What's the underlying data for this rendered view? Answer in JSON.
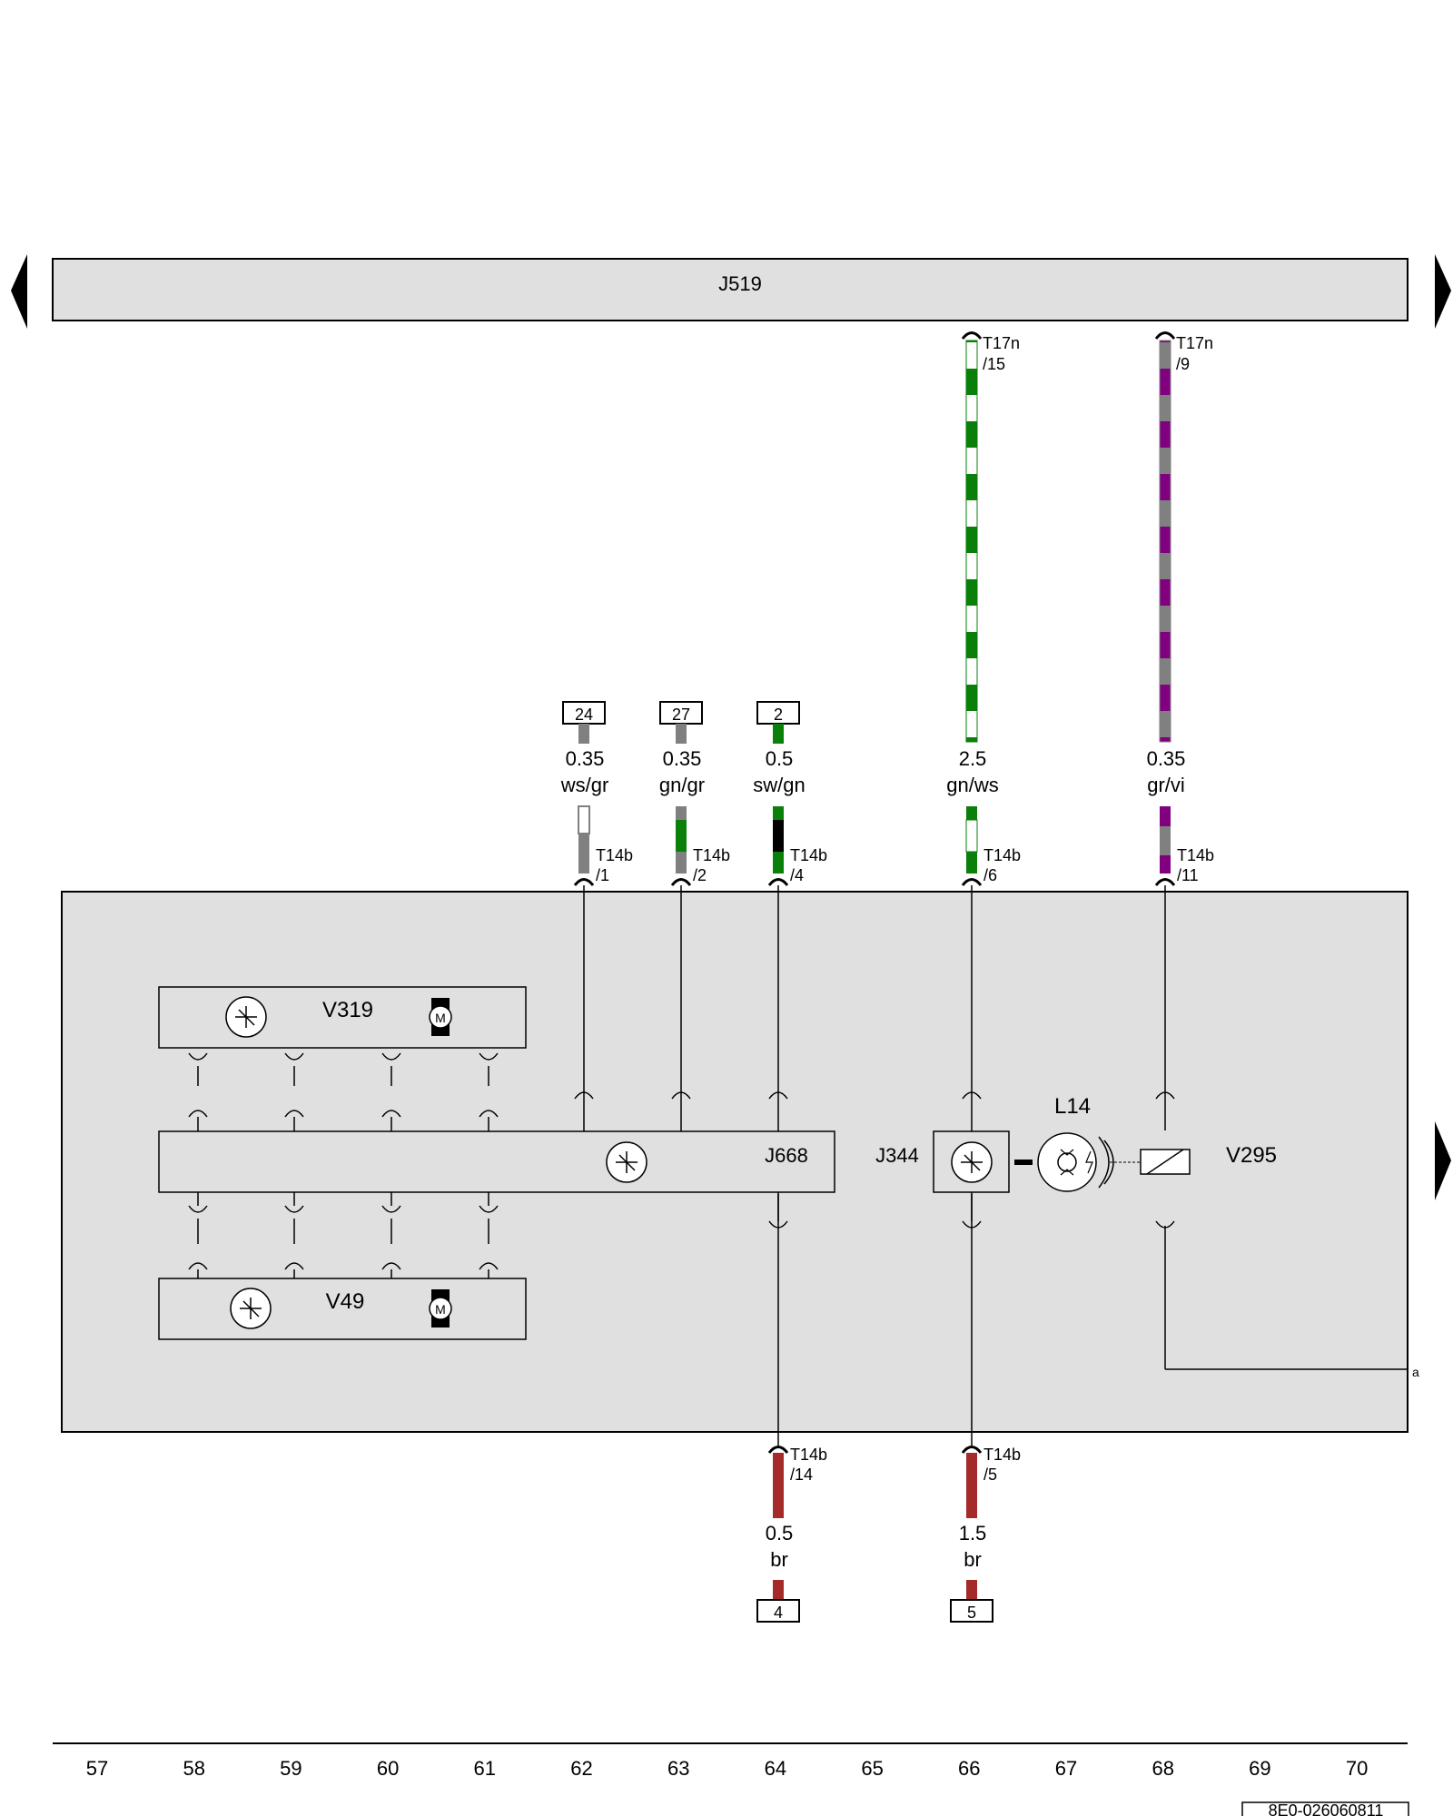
{
  "header_bus": {
    "label": "J519"
  },
  "modules": {
    "v319": {
      "label": "V319"
    },
    "j668": {
      "label": "J668"
    },
    "v49": {
      "label": "V49"
    },
    "j344": {
      "label": "J344"
    },
    "l14": {
      "label": "L14"
    },
    "v295": {
      "label": "V295"
    }
  },
  "top_connectors": [
    {
      "label": "T17n",
      "pin": "/15"
    },
    {
      "label": "T17n",
      "pin": "/9"
    }
  ],
  "wire_refs": [
    "24",
    "27",
    "2",
    "4",
    "5"
  ],
  "wires": [
    {
      "size": "0.35",
      "color": "ws/gr",
      "connector": "T14b",
      "pin": "/1",
      "colors": [
        "#ffffff",
        "#808080"
      ]
    },
    {
      "size": "0.35",
      "color": "gn/gr",
      "connector": "T14b",
      "pin": "/2",
      "colors": [
        "#008000",
        "#808080"
      ]
    },
    {
      "size": "0.5",
      "color": "sw/gn",
      "connector": "T14b",
      "pin": "/4",
      "colors": [
        "#000000",
        "#008000"
      ]
    },
    {
      "size": "2.5",
      "color": "gn/ws",
      "connector": "T14b",
      "pin": "/6",
      "colors": [
        "#008000",
        "#ffffff"
      ]
    },
    {
      "size": "0.35",
      "color": "gr/vi",
      "connector": "T14b",
      "pin": "/11",
      "colors": [
        "#808080",
        "#800080"
      ]
    }
  ],
  "bottom_wires": [
    {
      "size": "0.5",
      "color": "br",
      "connector": "T14b",
      "pin": "/14",
      "hex": "#a52a2a"
    },
    {
      "size": "1.5",
      "color": "br",
      "connector": "T14b",
      "pin": "/5",
      "hex": "#a52a2a"
    }
  ],
  "continuation": {
    "label": "a"
  },
  "ruler": [
    "57",
    "58",
    "59",
    "60",
    "61",
    "62",
    "63",
    "64",
    "65",
    "66",
    "67",
    "68",
    "69",
    "70"
  ],
  "doc_id": "8E0-026060811"
}
